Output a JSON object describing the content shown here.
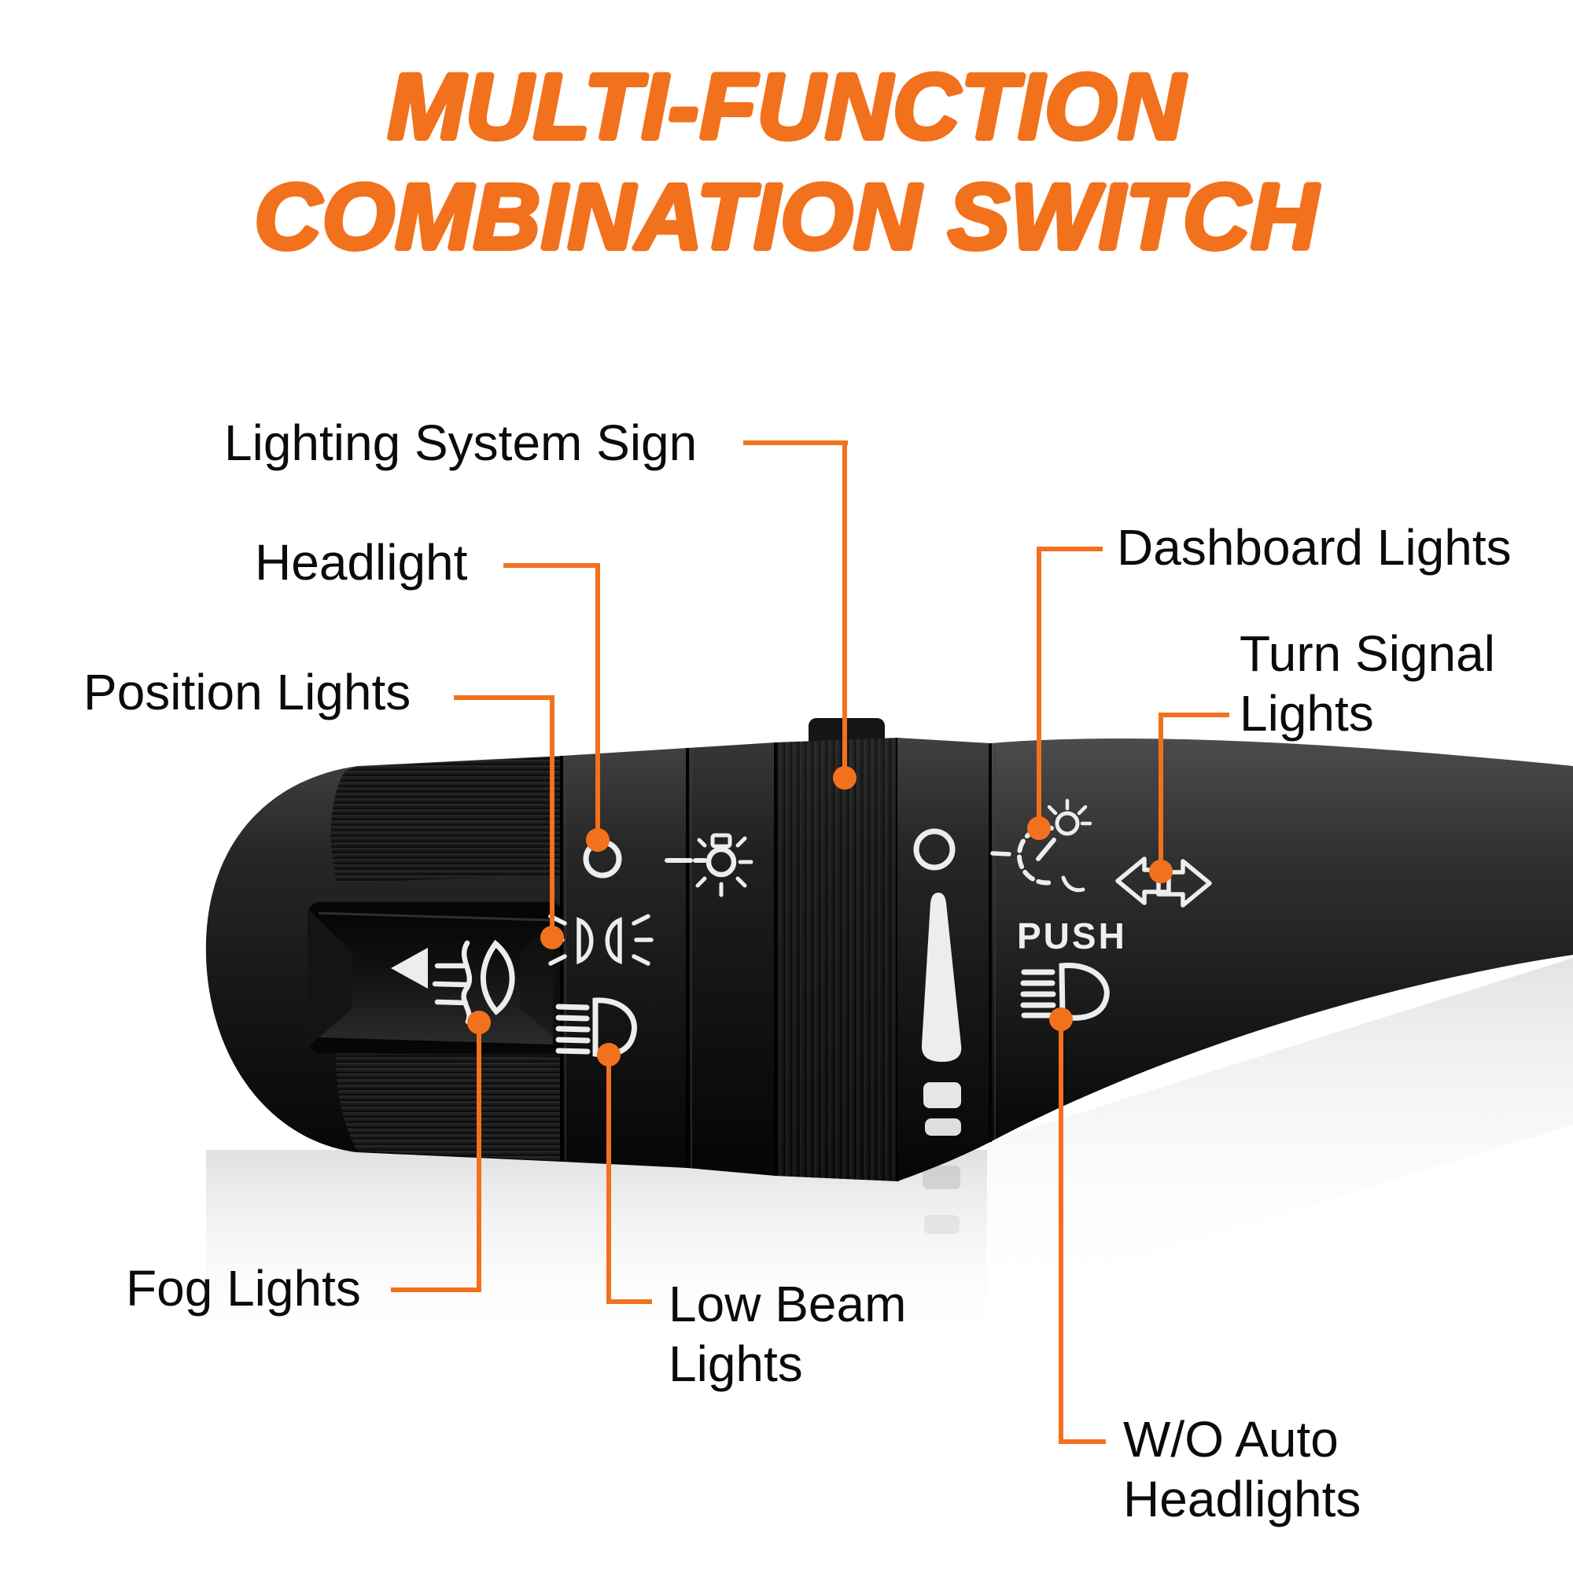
{
  "title": {
    "line1": "MULTI-FUNCTION",
    "line2": "COMBINATION SWITCH"
  },
  "callouts": {
    "lighting_system_sign": {
      "label": "Lighting System Sign"
    },
    "headlight": {
      "label": "Headlight"
    },
    "position_lights": {
      "label": "Position Lights"
    },
    "dashboard_lights": {
      "label": "Dashboard Lights"
    },
    "turn_signal_lights": {
      "line1": "Turn Signal",
      "line2": "Lights"
    },
    "fog_lights": {
      "label": "Fog Lights"
    },
    "low_beam_lights": {
      "line1": "Low Beam",
      "line2": "Lights"
    },
    "wo_auto_headlights": {
      "line1": "W/O Auto",
      "line2": "Headlights"
    }
  },
  "switch_markings": {
    "push_label": "PUSH",
    "icons": [
      "fog-light-icon",
      "slider-arrow-icon",
      "headlight-off-icon",
      "position-lights-icon",
      "low-beam-icon",
      "lighting-system-bulb-icon",
      "off-position-icon",
      "intensity-indicator",
      "dashboard-lights-icon",
      "turn-signal-arrows-icon",
      "headlight-beam-icon"
    ]
  },
  "colors": {
    "accent": "#F2711C",
    "label_text": "#0B0B0B",
    "background": "#FFFFFF",
    "switch_body": "#1A1A1A",
    "marking_white": "#EDEDED"
  }
}
